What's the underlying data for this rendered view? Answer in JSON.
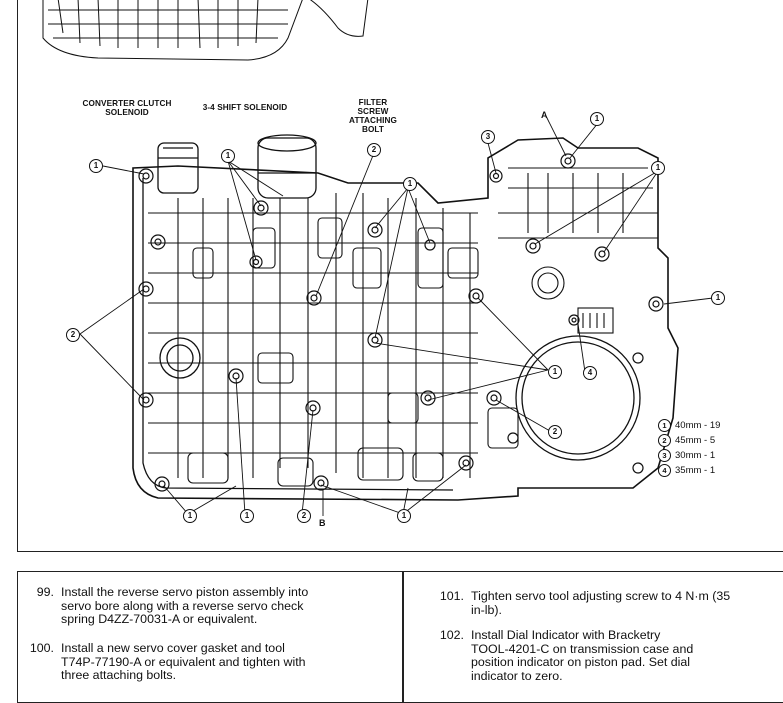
{
  "diagram": {
    "labels": {
      "converter_clutch_solenoid": "CONVERTER CLUTCH\nSOLENOID",
      "shift_solenoid": "3-4 SHIFT SOLENOID",
      "filter_screw_bolt": "FILTER\nSCREW\nATTACHING\nBOLT",
      "letter_a": "A",
      "letter_b": "B"
    },
    "callout_numbers": [
      "1",
      "2",
      "3",
      "4"
    ],
    "legend": [
      {
        "marker": "1",
        "text": "40mm - 19"
      },
      {
        "marker": "2",
        "text": "45mm - 5"
      },
      {
        "marker": "3",
        "text": "30mm - 1"
      },
      {
        "marker": "4",
        "text": "35mm - 1"
      }
    ]
  },
  "steps": {
    "left": [
      {
        "number": "99.",
        "lines": [
          "Install the reverse servo piston assembly into",
          "servo bore along with a reverse servo check",
          "spring D4ZZ-70031-A or equivalent."
        ]
      },
      {
        "number": "100.",
        "lines": [
          "Install a new servo cover gasket and tool",
          "T74P-77190-A or equivalent and tighten with",
          "three attaching bolts."
        ]
      }
    ],
    "right": [
      {
        "number": "101.",
        "lines": [
          "Tighten servo tool adjusting screw to 4 N·m (35",
          "in-lb)."
        ]
      },
      {
        "number": "102.",
        "lines": [
          "Install Dial Indicator with Bracketry",
          "TOOL-4201-C on transmission case and",
          "position indicator on piston pad. Set dial",
          "indicator to zero."
        ]
      }
    ]
  }
}
